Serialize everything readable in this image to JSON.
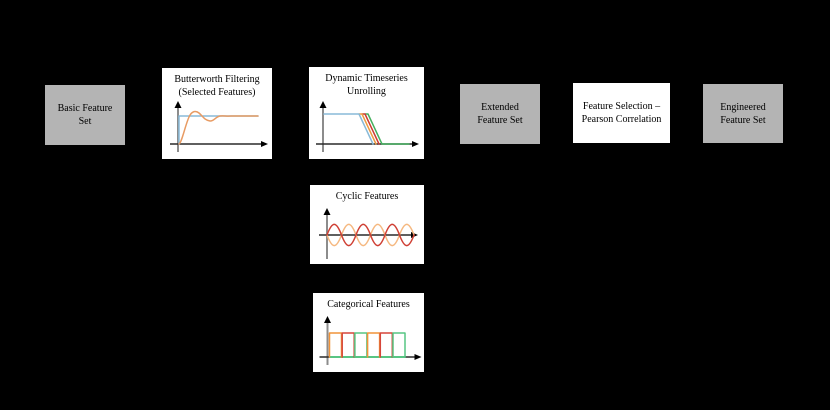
{
  "palette": {
    "bg": "#000000",
    "gray-fill": "#b4b4b4",
    "white-fill": "#ffffff",
    "box-border": "#000000",
    "text": "#000000",
    "axis-gray": "#8c8c8c",
    "axis-dark": "#2a2a2a",
    "arrow": "#000000",
    "blue": "#88bad8",
    "butter-orange": "#e89b63",
    "ramp-orange": "#ed9b40",
    "ramp-red": "#cc3b33",
    "ramp-green": "#44b05e",
    "cyc-red": "#cf3f34",
    "cyc-orange": "#f5b880",
    "cat-orange": "#f09338",
    "cat-red": "#d6453a",
    "cat-green": "#57c583"
  },
  "boxes": {
    "basic": {
      "lines": [
        "Basic Feature",
        "Set"
      ]
    },
    "butterworth": {
      "lines": [
        "Butterworth Filtering",
        "(Selected Features)"
      ]
    },
    "dynamic": {
      "lines": [
        "Dynamic Timeseries",
        "Unrolling"
      ]
    },
    "extended": {
      "lines": [
        "Extended",
        "Feature Set"
      ]
    },
    "selection": {
      "lines": [
        "Feature Selection –",
        "Pearson Correlation"
      ]
    },
    "engineered": {
      "lines": [
        "Engineered",
        "Feature Set"
      ]
    },
    "cyclic": {
      "title": "Cyclic Features"
    },
    "categorical": {
      "title": "Categorical Features"
    }
  },
  "icons": {
    "butterworth_plot": "step-response-curve (blue step, orange damped-oscillation curve)",
    "dynamic_plot": "unrolled ramps (blue, orange, red, green offset ramp-down lines)",
    "cyclic_plot": "two phase-shifted sine waves (red and orange)",
    "categorical_plot": "one-hot square pulses (orange, red, green, orange, red, green)"
  }
}
